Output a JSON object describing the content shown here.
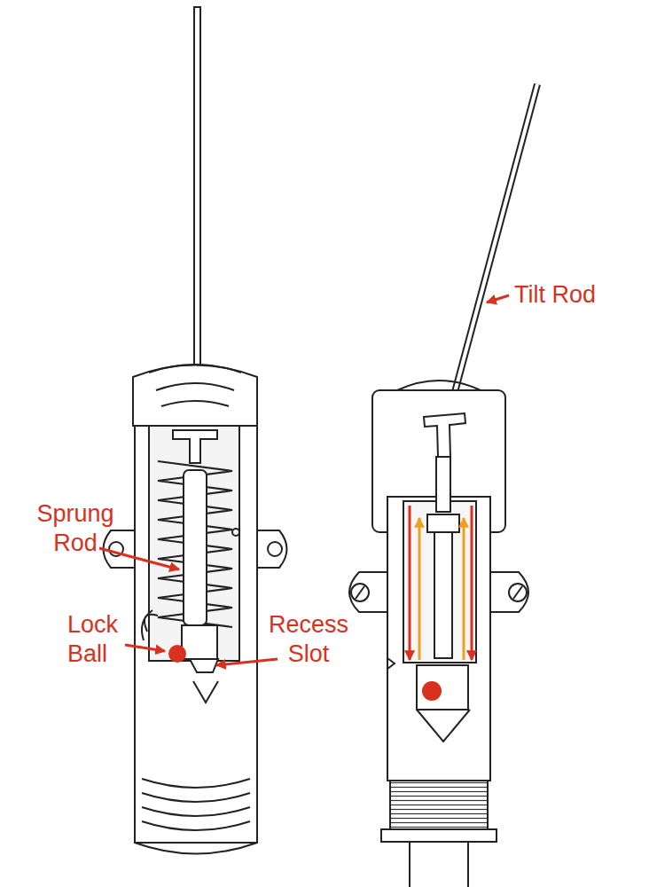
{
  "diagram": {
    "labels": [
      "Tilt Rod",
      "Sprung Rod",
      "Lock Ball",
      "Recess Slot"
    ]
  }
}
